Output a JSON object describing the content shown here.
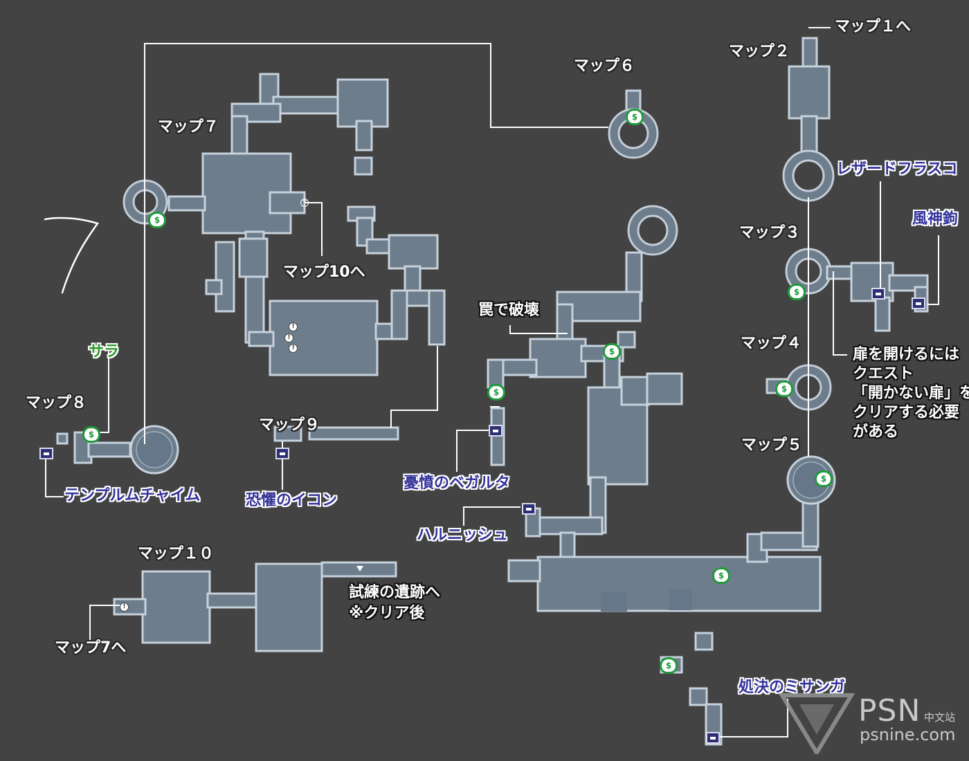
{
  "map_labels": {
    "map1_to": "マップ１へ",
    "map2": "マップ２",
    "map3": "マップ３",
    "map4": "マップ４",
    "map5": "マップ５",
    "map6": "マップ６",
    "map7": "マップ７",
    "map8": "マップ８",
    "map9": "マップ９",
    "map10": "マップ１０",
    "map10_to": "マップ10へ",
    "map7_to": "マップ7へ"
  },
  "item_labels": {
    "lizard_flask": "レザードフラスコ",
    "wind_god_hook": "風神鉤",
    "temple_chime": "テンプルムチャイム",
    "icon_of_fear": "恐懼のイコン",
    "vegalta": "憂憤のベガルタ",
    "harunissyu": "ハルニッシュ",
    "misanga": "処決のミサンガ"
  },
  "npc_labels": {
    "sara": "サラ"
  },
  "notes": {
    "trap": "罠で破壊",
    "door_line1": "扉を開けるには",
    "door_line2": "クエスト",
    "door_line3": "「開かない扉」を",
    "door_line4": "クリアする必要",
    "door_line5": "がある",
    "trial_line1": "試練の遺跡へ",
    "trial_line2": "※クリア後"
  },
  "handwritten_mark": "7",
  "watermark": {
    "brand": "PSN",
    "brand_sub": "中文站",
    "url": "psnine.com"
  }
}
